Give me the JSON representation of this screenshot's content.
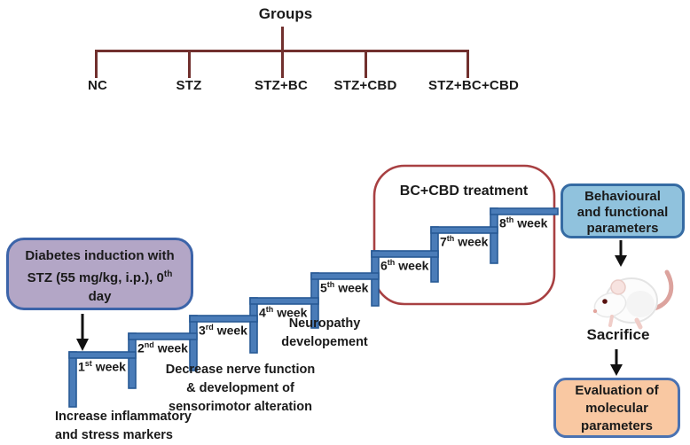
{
  "tree": {
    "title": "Groups",
    "groups": [
      "NC",
      "STZ",
      "STZ+BC",
      "STZ+CBD",
      "STZ+BC+CBD"
    ],
    "line_color": "#71302e"
  },
  "induction_box": {
    "line1": "Diabetes induction with",
    "line2": "STZ (55 mg/kg, i.p.), 0",
    "line2_sup": "th",
    "line3": "day",
    "fill": "#b3a6c6",
    "border": "#3c64a9"
  },
  "timeline": {
    "bar_fill": "#4a7cb8",
    "bar_stroke": "#275a95",
    "weeks": [
      {
        "num": "1",
        "sup": "st",
        "word": "week"
      },
      {
        "num": "2",
        "sup": "nd",
        "word": "week"
      },
      {
        "num": "3",
        "sup": "rd",
        "word": "week"
      },
      {
        "num": "4",
        "sup": "th",
        "word": "week"
      },
      {
        "num": "5",
        "sup": "th",
        "word": "week"
      },
      {
        "num": "6",
        "sup": "th",
        "word": "week"
      },
      {
        "num": "7",
        "sup": "th",
        "word": "week"
      },
      {
        "num": "8",
        "sup": "th",
        "word": "week"
      }
    ],
    "annotation_week1": [
      "Increase inflammatory",
      "and stress markers"
    ],
    "annotation_week3": [
      "Decrease nerve function",
      "& development of",
      "sensorimotor alteration"
    ],
    "annotation_week5": [
      "Neuropathy",
      "developement"
    ],
    "treatment": {
      "label": "BC+CBD treatment",
      "border": "#a84042"
    }
  },
  "right_panel": {
    "behavioural_box": {
      "line1": "Behavioural",
      "line2": "and functional",
      "line3": "parameters",
      "fill": "#90c2dd",
      "border": "#356ba3"
    },
    "sacrifice_label": "Sacrifice",
    "evaluation_box": {
      "line1": "Evaluation of",
      "line2": "molecular",
      "line3": "parameters",
      "fill": "#f9c8a2",
      "border": "#4a72b2"
    }
  }
}
